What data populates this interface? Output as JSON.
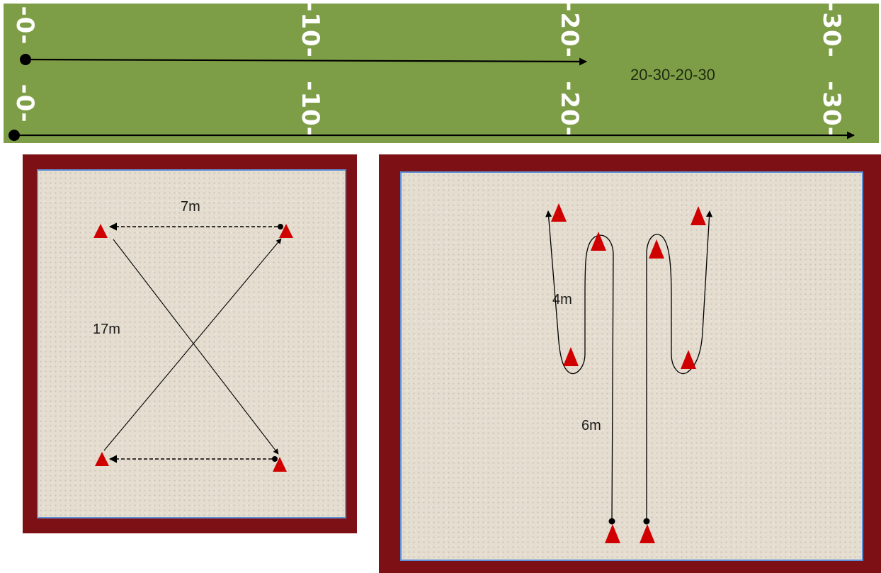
{
  "field": {
    "row1_marks": [
      "-0-",
      "-10-",
      "-20-",
      "-30-"
    ],
    "row2_marks": [
      "-0-",
      "-10-",
      "-20-",
      "-30-"
    ],
    "drill_label": "20-30-20-30",
    "color": "#7d9e47"
  },
  "x_drill": {
    "width_label": "7m",
    "diagonal_label": "17m",
    "border_color": "#7d1014",
    "cone_color": "#d00000"
  },
  "weave_drill": {
    "turn_label": "4m",
    "run_label": "6m",
    "border_color": "#7d1014",
    "cone_color": "#d00000"
  },
  "icons": [
    "cone-icon",
    "start-dot-icon",
    "arrow-head-icon"
  ]
}
